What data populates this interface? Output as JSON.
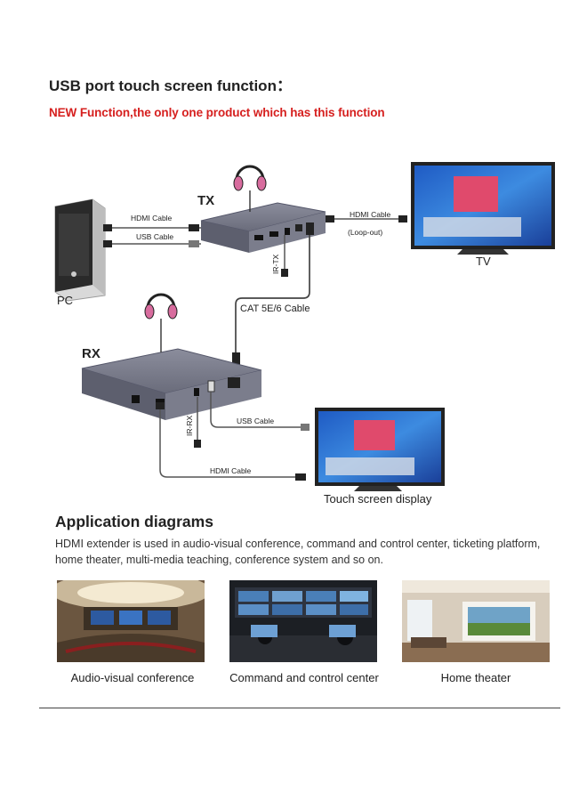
{
  "header": {
    "title": "USB port touch screen function：",
    "subtitle": "NEW Function,the only one product which has this function"
  },
  "diagram": {
    "tx_label": "TX",
    "rx_label": "RX",
    "pc_label": "PC",
    "tv_label": "TV",
    "hdmi_cable_pc": "HDMI Cable",
    "usb_cable_pc": "USB Cable",
    "hdmi_cable_tv": "HDMI Cable",
    "loop_out": "(Loop-out)",
    "ir_tx": "IR-TX",
    "ir_rx": "IR-RX",
    "cat_cable": "CAT 5E/6 Cable",
    "usb_cable_rx": "USB Cable",
    "hdmi_cable_rx": "HDMI Cable",
    "touch_display_label": "Touch screen display"
  },
  "applications": {
    "title": "Application diagrams",
    "description": "HDMI extender is used in audio-visual conference, command and control center, ticketing platform, home theater, multi-media teaching, conference system and so on.",
    "items": [
      {
        "caption": "Audio-visual conference"
      },
      {
        "caption": "Command and control center"
      },
      {
        "caption": "Home theater"
      }
    ]
  },
  "colors": {
    "accent_red": "#d6201f",
    "device_gray": "#6f7180",
    "screen_blue": "#2f6fd1"
  }
}
